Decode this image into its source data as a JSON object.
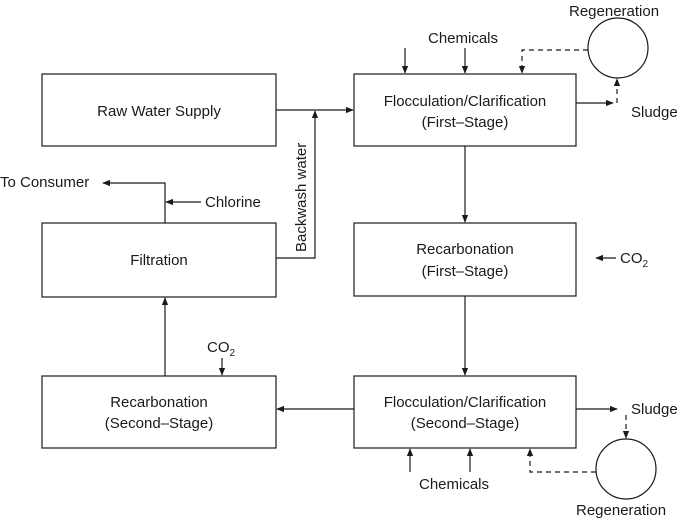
{
  "boxes": {
    "raw_water": [
      "Raw Water Supply"
    ],
    "floc1": [
      "Flocculation/Clarification",
      "(First–Stage)"
    ],
    "filtration": [
      "Filtration"
    ],
    "recarb1": [
      "Recarbonation",
      "(First–Stage)"
    ],
    "recarb2": [
      "Recarbonation",
      "(Second–Stage)"
    ],
    "floc2": [
      "Flocculation/Clarification",
      "(Second–Stage)"
    ]
  },
  "labels": {
    "chemicals_top": "Chemicals",
    "chemicals_bottom": "Chemicals",
    "regeneration_top": "Regeneration",
    "regeneration_bottom": "Regeneration",
    "sludge_top": "Sludge",
    "sludge_bottom": "Sludge",
    "to_consumer": "To Consumer",
    "chlorine": "Chlorine",
    "backwash_water": "Backwash water",
    "co2_main": "CO",
    "co2_sub": "2"
  }
}
